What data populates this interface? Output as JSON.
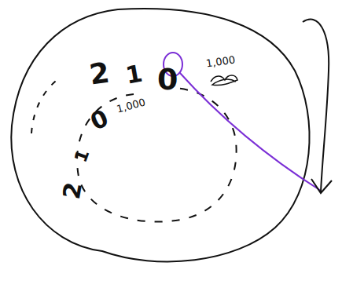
{
  "diagram": {
    "labels": [
      "2",
      "1",
      "0",
      "1,000",
      "0",
      "1",
      "2",
      "1,000"
    ]
  }
}
